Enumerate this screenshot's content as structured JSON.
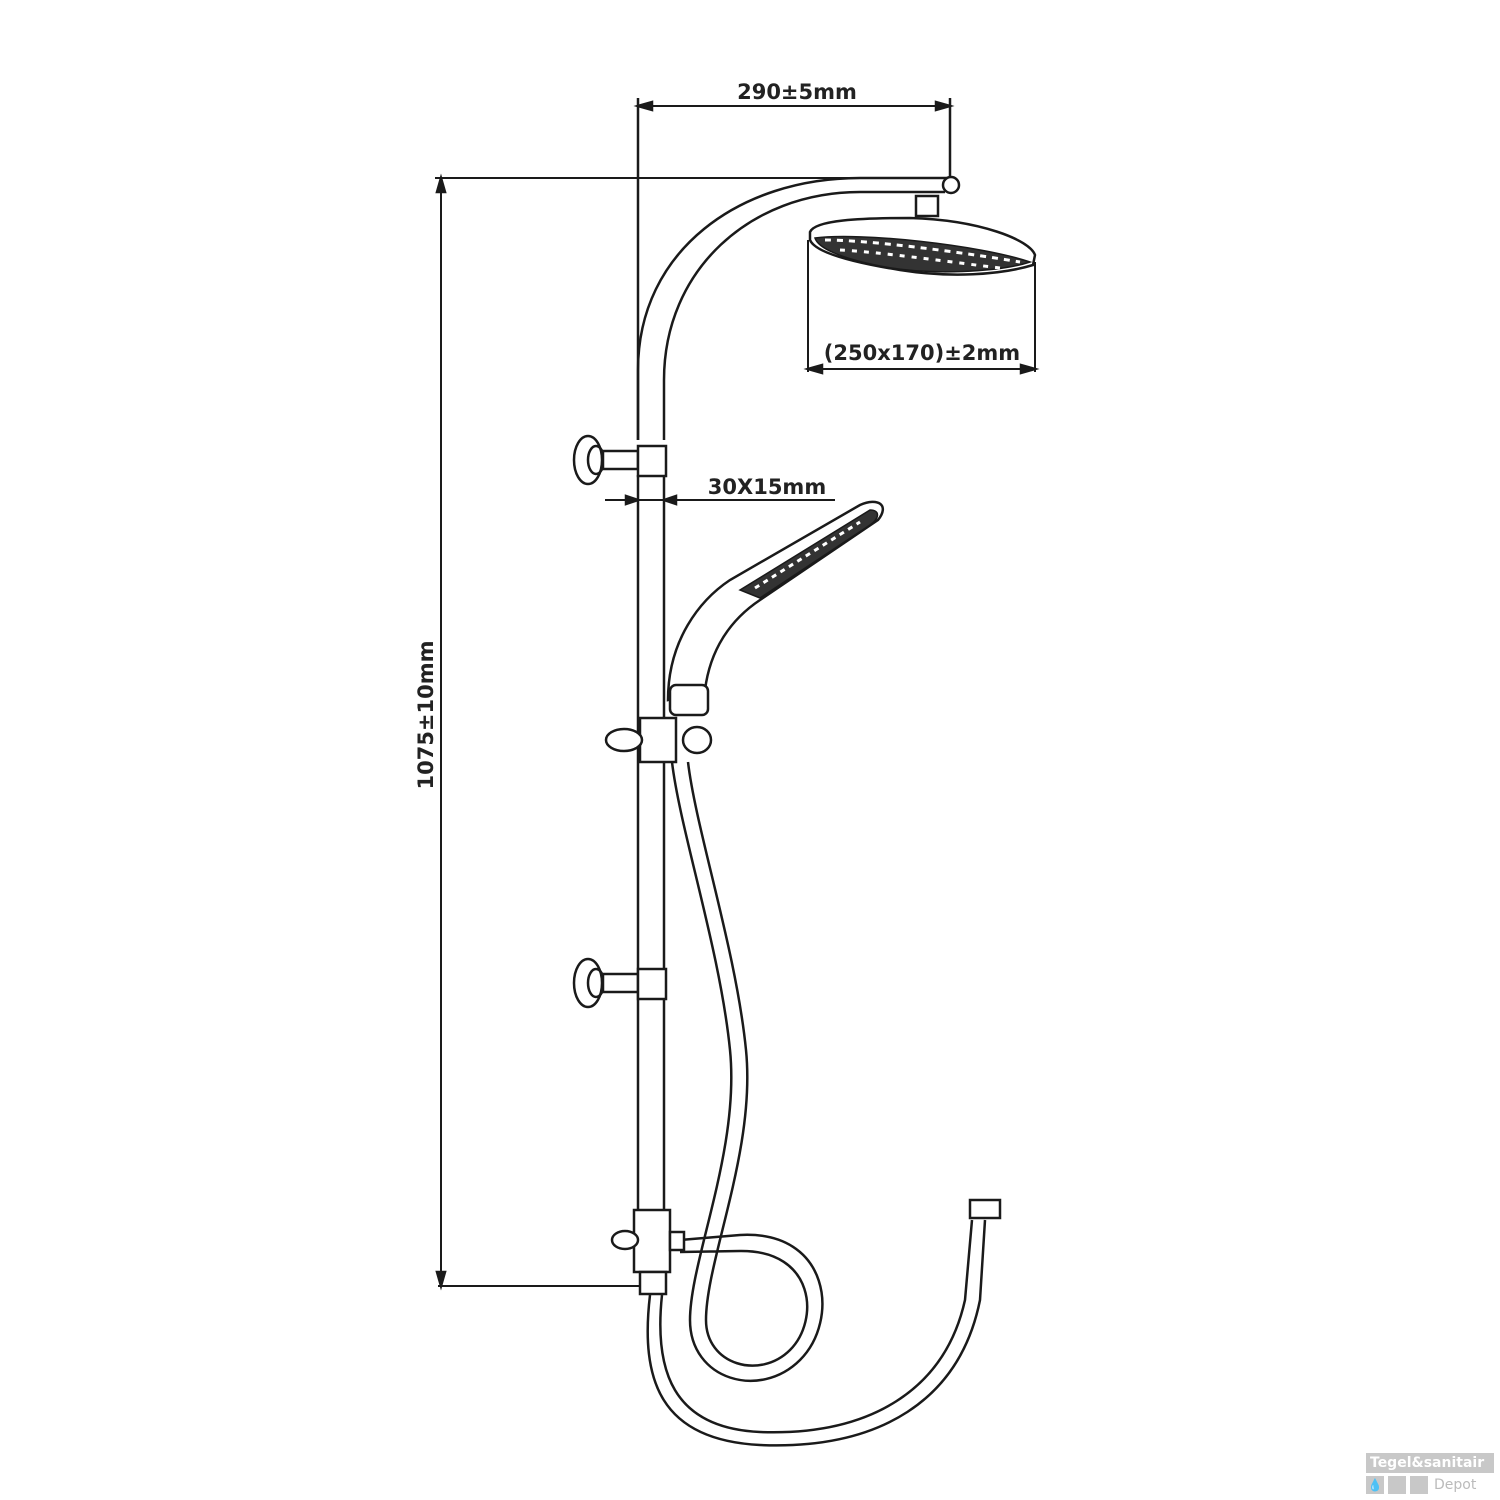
{
  "dimensions": {
    "arm_length": "290±5mm",
    "total_height": "1075±10mm",
    "head_size": "(250x170)±2mm",
    "rail_profile": "30X15mm"
  },
  "watermark": {
    "brand_line1": "Tegel&sanitair",
    "brand_line2": "Depot"
  },
  "colors": {
    "line": "#1a1a1a",
    "watermark": "#c8c8c8"
  }
}
